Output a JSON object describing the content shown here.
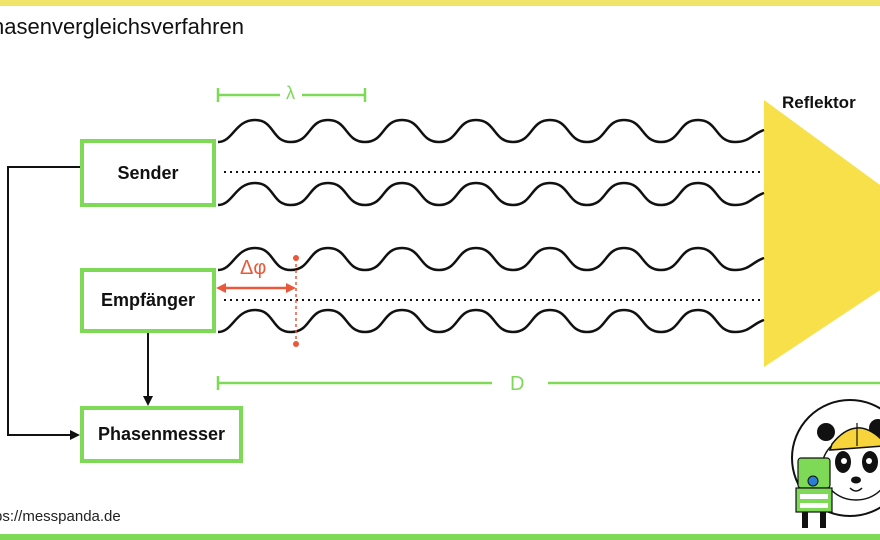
{
  "title": "hasenvergleichsverfahren",
  "url": "ps://messpanda.de",
  "boxes": {
    "sender": "Sender",
    "receiver": "Empfänger",
    "phase_meter": "Phasenmesser"
  },
  "reflector_label": "Reflektor",
  "labels": {
    "wavelength": "λ",
    "phase_shift": "Δφ",
    "distance": "D"
  },
  "colors": {
    "accent_green": "#7ed957",
    "top_bar": "#f1e46a",
    "reflector": "#f7e04a",
    "phase_red": "#e8583a",
    "wave": "#111111"
  },
  "icons": [
    "panda-mascot-with-hard-hat-and-total-station"
  ]
}
